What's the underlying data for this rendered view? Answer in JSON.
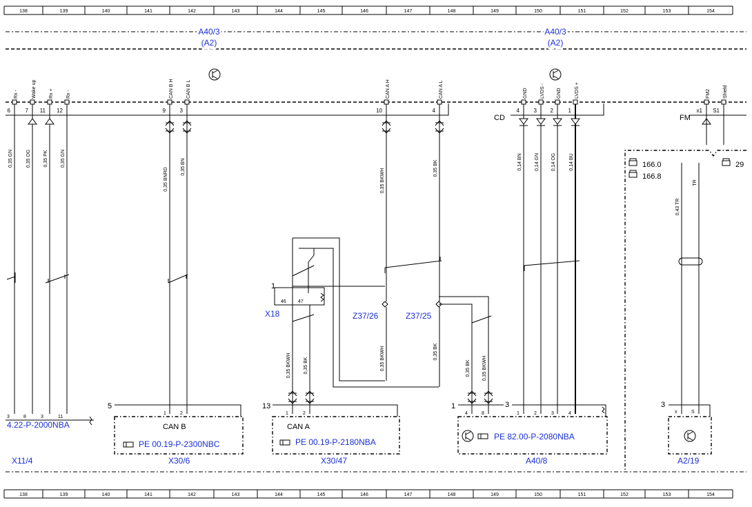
{
  "grid": {
    "numbers": [
      "138",
      "139",
      "140",
      "141",
      "142",
      "143",
      "144",
      "145",
      "146",
      "147",
      "148",
      "149",
      "150",
      "151",
      "152",
      "153",
      "154"
    ]
  },
  "modules": [
    {
      "name": "A40/3",
      "sub": "(A2)"
    },
    {
      "name": "A40/3",
      "sub": "(A2)"
    }
  ],
  "pins": [
    {
      "num": "6",
      "label": "Rx -"
    },
    {
      "num": "7",
      "label": "Wake up"
    },
    {
      "num": "11",
      "label": "Rx +"
    },
    {
      "num": "12",
      "label": "Rx -"
    },
    {
      "num": "9",
      "label": "CAN B H"
    },
    {
      "num": "3",
      "label": "CAN B L"
    },
    {
      "num": "10",
      "label": "CAN A H"
    },
    {
      "num": "4",
      "label": "CAN A L"
    },
    {
      "num": "4",
      "label": "GND"
    },
    {
      "num": "3",
      "label": "LVDS -"
    },
    {
      "num": "2",
      "label": "GND"
    },
    {
      "num": "1",
      "label": "LVDS +"
    },
    {
      "num": "x1",
      "label": "FM2"
    },
    {
      "num": "S1",
      "label": "Shield"
    }
  ],
  "bus_labels": {
    "cd": "CD",
    "fm": "FM"
  },
  "wires": [
    {
      "label": "0,35 GN"
    },
    {
      "label": "0,35 OG"
    },
    {
      "label": "0,35 PK"
    },
    {
      "label": "0,35 GN"
    },
    {
      "label": "0,35 BNRD"
    },
    {
      "label": "0,35 BN"
    },
    {
      "label": "0,35 BKWH"
    },
    {
      "label": "0,35 BK"
    },
    {
      "label": "0,14 BN"
    },
    {
      "label": "0,14 GN"
    },
    {
      "label": "0,14 OG"
    },
    {
      "label": "0,14 BU"
    },
    {
      "label": "0,43 TR"
    },
    {
      "label": "TR"
    },
    {
      "label": "0,35 BKWH"
    },
    {
      "label": "0,35 BK"
    },
    {
      "label": "0,35 BKWH"
    },
    {
      "label": "0,35 BK"
    },
    {
      "label": "0,35 BK"
    },
    {
      "label": "0,35 BKWH"
    }
  ],
  "engines": {
    "e1": "166.0",
    "e2": "166.8",
    "e3": "29"
  },
  "splices": {
    "z26": "Z37/26",
    "z25": "Z37/25"
  },
  "x18": {
    "label": "X18",
    "num": "1",
    "pin_a": "46",
    "pin_b": "47"
  },
  "connectors": {
    "x11": {
      "label": "X11/4",
      "ref": "4.22-P-2000NBA",
      "pins": [
        "3",
        "8",
        "3",
        "11"
      ]
    },
    "x30_6": {
      "label": "X30/6",
      "num": "5",
      "title": "CAN B",
      "ref": "PE 00.19-P-2300NBC",
      "pins": [
        "1",
        "2"
      ]
    },
    "x30_47": {
      "label": "X30/47",
      "num": "13",
      "title": "CAN A",
      "ref": "PE 00.19-P-2180NBA",
      "pins": [
        "1",
        "2"
      ]
    },
    "a40_8": {
      "label": "A40/8",
      "num_l": "1",
      "num_r": "3",
      "ref": "PE 82.00-P-2080NBA",
      "pins_l": [
        "4",
        "8"
      ],
      "pins_r": [
        "1",
        "2",
        "3",
        "4"
      ]
    },
    "a2_19": {
      "label": "A2/19",
      "num": "3",
      "pins": [
        "x",
        "S"
      ]
    }
  }
}
